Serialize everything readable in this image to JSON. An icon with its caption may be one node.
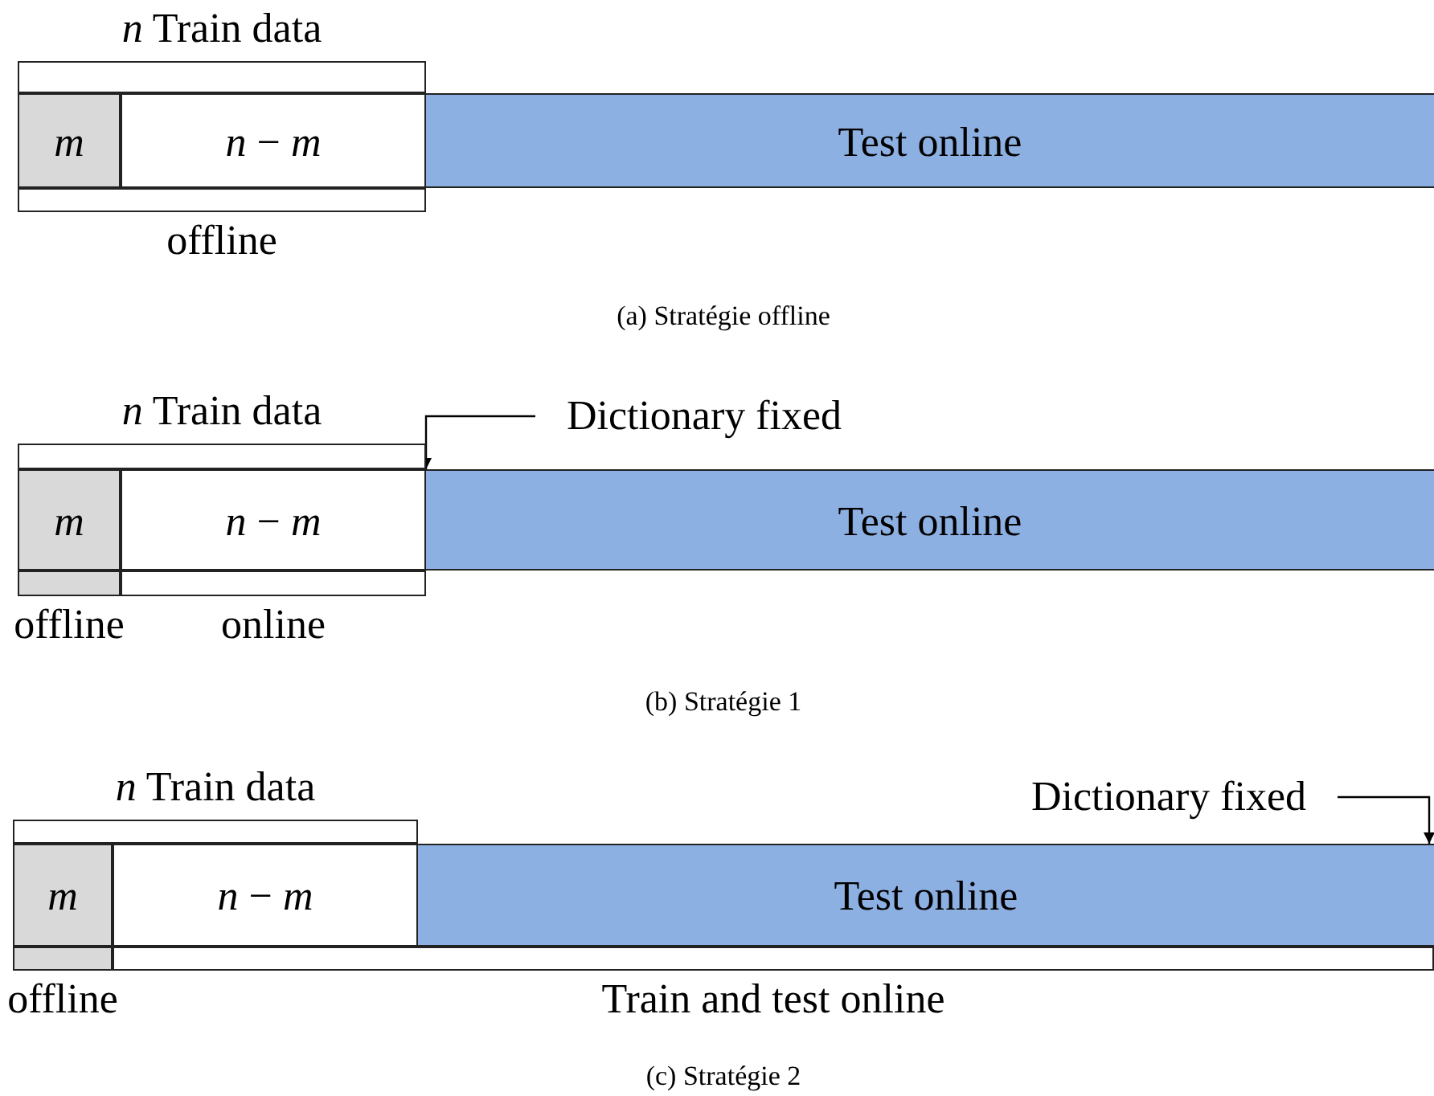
{
  "diagram": {
    "nodes": [
      {
        "text": [
          "*n* Train data"
        ]
      },
      {
        "text": [
          "m"
        ]
      },
      {
        "text": [
          "*n* − *m*"
        ]
      },
      {
        "text": [
          "Test online"
        ]
      },
      {
        "text": [
          "offline"
        ]
      },
      {
        "text": [
          "*n* Train data"
        ]
      },
      {
        "text": [
          "m"
        ]
      },
      {
        "text": [
          "*n* − *m*"
        ]
      },
      {
        "text": [
          "Test online"
        ]
      },
      {
        "text": [
          "offline"
        ]
      },
      {
        "text": [
          "online"
        ]
      },
      {
        "text": [
          "Dictionary fixed"
        ]
      },
      {
        "text": [
          "*n* Train data"
        ]
      },
      {
        "text": [
          "m"
        ]
      },
      {
        "text": [
          "*n* − *m*"
        ]
      },
      {
        "text": [
          "Test online"
        ]
      },
      {
        "text": [
          "offline"
        ]
      },
      {
        "text": [
          "Train and test online"
        ]
      },
      {
        "text": [
          "Dictionary fixed"
        ]
      }
    ],
    "edges": [
      {
        "from": 11,
        "to": 8,
        "arrow": "to"
      },
      {
        "from": 18,
        "to": 15,
        "arrow": "to"
      }
    ],
    "labels": [
      "(a) Stratégie offline",
      "(b) Stratégie 1",
      "(c) Stratégie 2"
    ]
  }
}
